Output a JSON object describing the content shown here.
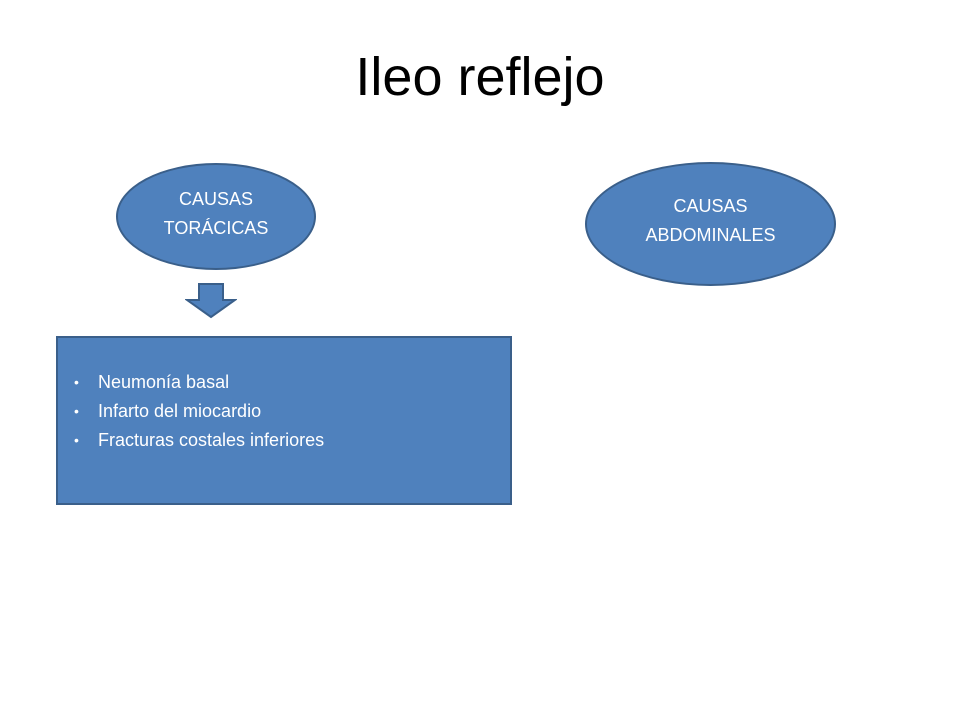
{
  "slide": {
    "title": "Ileo reflejo"
  },
  "diagram": {
    "left_node": {
      "label": "CAUSAS\nTORÁCICAS"
    },
    "right_node": {
      "label": "CAUSAS\nABDOMINALES"
    },
    "causes_box": {
      "items": [
        "Neumonía basal",
        "Infarto del miocardio",
        "Fracturas costales inferiores"
      ]
    }
  },
  "colors": {
    "shape_fill": "#4f81bd",
    "shape_border": "#3a5f8a",
    "shape_text": "#ffffff",
    "title_text": "#000000"
  },
  "icons": {
    "arrow": "arrow-down-icon",
    "bullet": "•"
  }
}
